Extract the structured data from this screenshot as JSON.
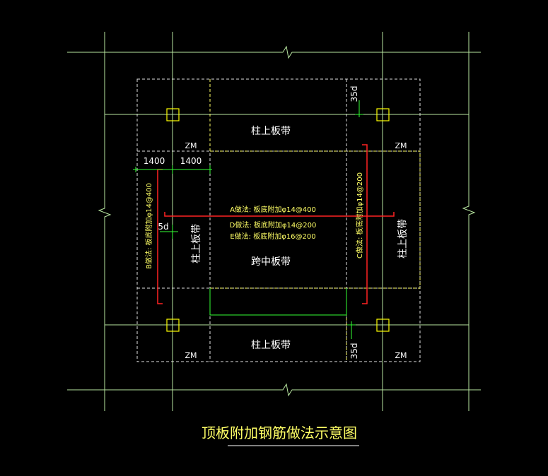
{
  "drawing": {
    "title": "顶板附加钢筋做法示意图",
    "strips": {
      "top": "柱上板带",
      "bottom": "柱上板带",
      "left": "柱上板带",
      "right": "柱上板带",
      "middle": "跨中板带"
    },
    "notes": {
      "a": "A做法: 板底附加φ14@400",
      "d": "D做法: 板底附加φ14@200",
      "e": "E做法: 板底附加φ16@200",
      "b": "B做法: 板底附加φ14@400",
      "c": "C做法: 板底附加φ14@200"
    },
    "dims": {
      "left_1": "1400",
      "left_2": "1400",
      "anchor_5d": "5d",
      "anchor_35d_top": "35d",
      "anchor_35d_bottom": "35d"
    },
    "zm": [
      "ZM",
      "ZM",
      "ZM",
      "ZM"
    ]
  },
  "colors": {
    "axis": "#b8e6a0",
    "dashed_white": "#e0e0e0",
    "dashed_yellow": "#ffff66",
    "rebar_red": "#ff2222",
    "dim_green": "#33ff33",
    "column": "#ffff00",
    "text_white": "#ffffff",
    "text_yellow": "#ffff66"
  }
}
